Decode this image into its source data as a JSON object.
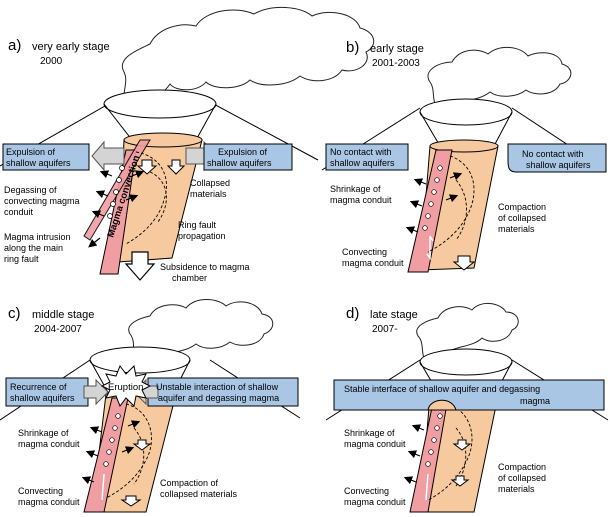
{
  "panels": {
    "a": {
      "letter": "a)",
      "stage": "very early stage",
      "year": "2000",
      "aquifer_left_1": "Expulsion of",
      "aquifer_left_2": "shallow aquifers",
      "aquifer_right_1": "Expulsion of",
      "aquifer_right_2": "shallow aquifers",
      "degas_1": "Degassing of",
      "degas_2": "convecting magma",
      "degas_3": "conduit",
      "intrusion_1": "Magma intrusion",
      "intrusion_2": "along the main",
      "intrusion_3": "ring fault",
      "conduit_label": "Magma convection",
      "collapsed_1": "Collapsed",
      "collapsed_2": "materials",
      "ring_1": "Ring fault",
      "ring_2": "propagation",
      "subsidence_1": "Subsidence to magma",
      "subsidence_2": "chamber"
    },
    "b": {
      "letter": "b)",
      "stage": "early stage",
      "year": "2001-2003",
      "nocontact_left_1": "No contact with",
      "nocontact_left_2": "shallow aquifers",
      "nocontact_right_1": "No contact  with",
      "nocontact_right_2": "shallow aquifers",
      "shrink_1": "Shrinkage of",
      "shrink_2": "magma conduit",
      "compact_1": "Compaction",
      "compact_2": "of collapsed",
      "compact_3": "materials",
      "convect_1": "Convecting",
      "convect_2": "magma conduit"
    },
    "c": {
      "letter": "c)",
      "stage": "middle stage",
      "year": "2004-2007",
      "recur_1": "Recurrence of",
      "recur_2": "shallow aquifers",
      "eruption": "Eruption",
      "unstable_1": "Unstable interaction of shallow",
      "unstable_2": "aquifer and degassing magma",
      "shrink_1": "Shrinkage of",
      "shrink_2": "magma conduit",
      "compact_1": "Compaction of",
      "compact_2": "collapsed materials",
      "convect_1": "Convecting",
      "convect_2": "magma conduit"
    },
    "d": {
      "letter": "d)",
      "stage": "late stage",
      "year": "2007-",
      "stable_1": "Stable interface of shallow aquifer and degassing",
      "stable_2": "magma",
      "shrink_1": "Shrinkage of",
      "shrink_2": "magma conduit",
      "compact_1": "Compaction",
      "compact_2": "of collapsed",
      "compact_3": "materials",
      "convect_1": "Convecting",
      "convect_2": "magma conduit"
    }
  },
  "colors": {
    "aquifer": "#a9c6e4",
    "magma": "#f09ea2",
    "collapsed": "#f7c99e",
    "outline": "#000000"
  }
}
